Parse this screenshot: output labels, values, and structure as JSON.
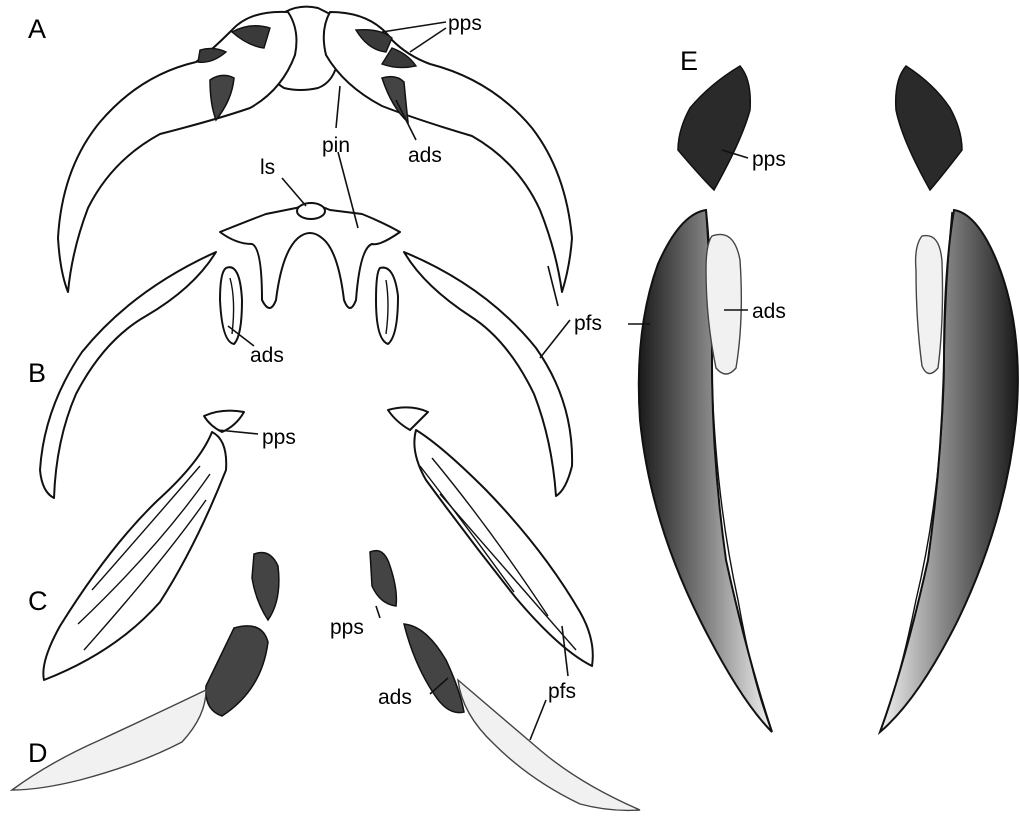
{
  "panels": [
    "A",
    "B",
    "C",
    "D",
    "E"
  ],
  "labels": {
    "pps": "pps",
    "ads": "ads",
    "pin": "pin",
    "ls": "ls",
    "pfs": "pfs"
  }
}
